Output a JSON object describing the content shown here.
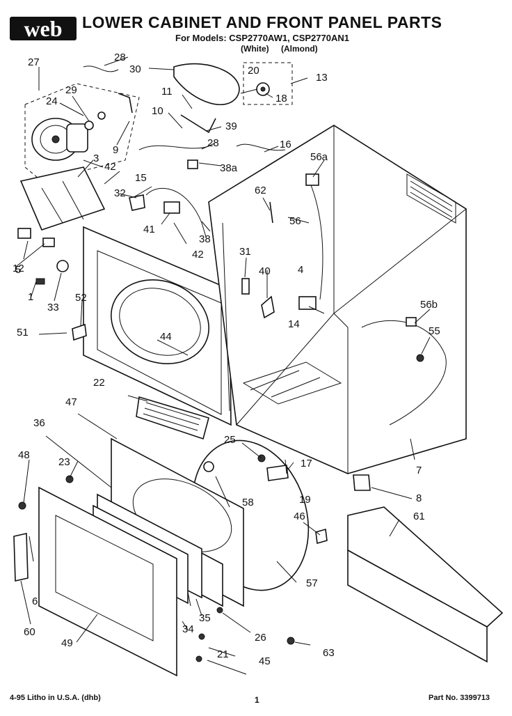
{
  "header": {
    "logo_text": "web",
    "title": "LOWER CABINET AND FRONT PANEL PARTS",
    "models_line": "For Models: CSP2770AW1, CSP2770AN1",
    "variants": [
      "(White)",
      "(Almond)"
    ]
  },
  "callouts": [
    "1",
    "3",
    "4",
    "5",
    "6",
    "7",
    "8",
    "9",
    "10",
    "11",
    "12",
    "13",
    "14",
    "15",
    "16",
    "17",
    "18",
    "19",
    "20",
    "21",
    "22",
    "23",
    "24",
    "25",
    "26",
    "27",
    "28",
    "28",
    "29",
    "30",
    "31",
    "32",
    "33",
    "34",
    "35",
    "36",
    "38",
    "38a",
    "39",
    "40",
    "41",
    "42",
    "42",
    "44",
    "45",
    "46",
    "47",
    "48",
    "49",
    "51",
    "52",
    "55",
    "56",
    "56a",
    "56b",
    "57",
    "58",
    "60",
    "61",
    "62",
    "63"
  ],
  "footer": {
    "litho": "4-95 Litho in U.S.A. (dhb)",
    "page_number": "1",
    "part_number": "Part No. 3399713"
  }
}
